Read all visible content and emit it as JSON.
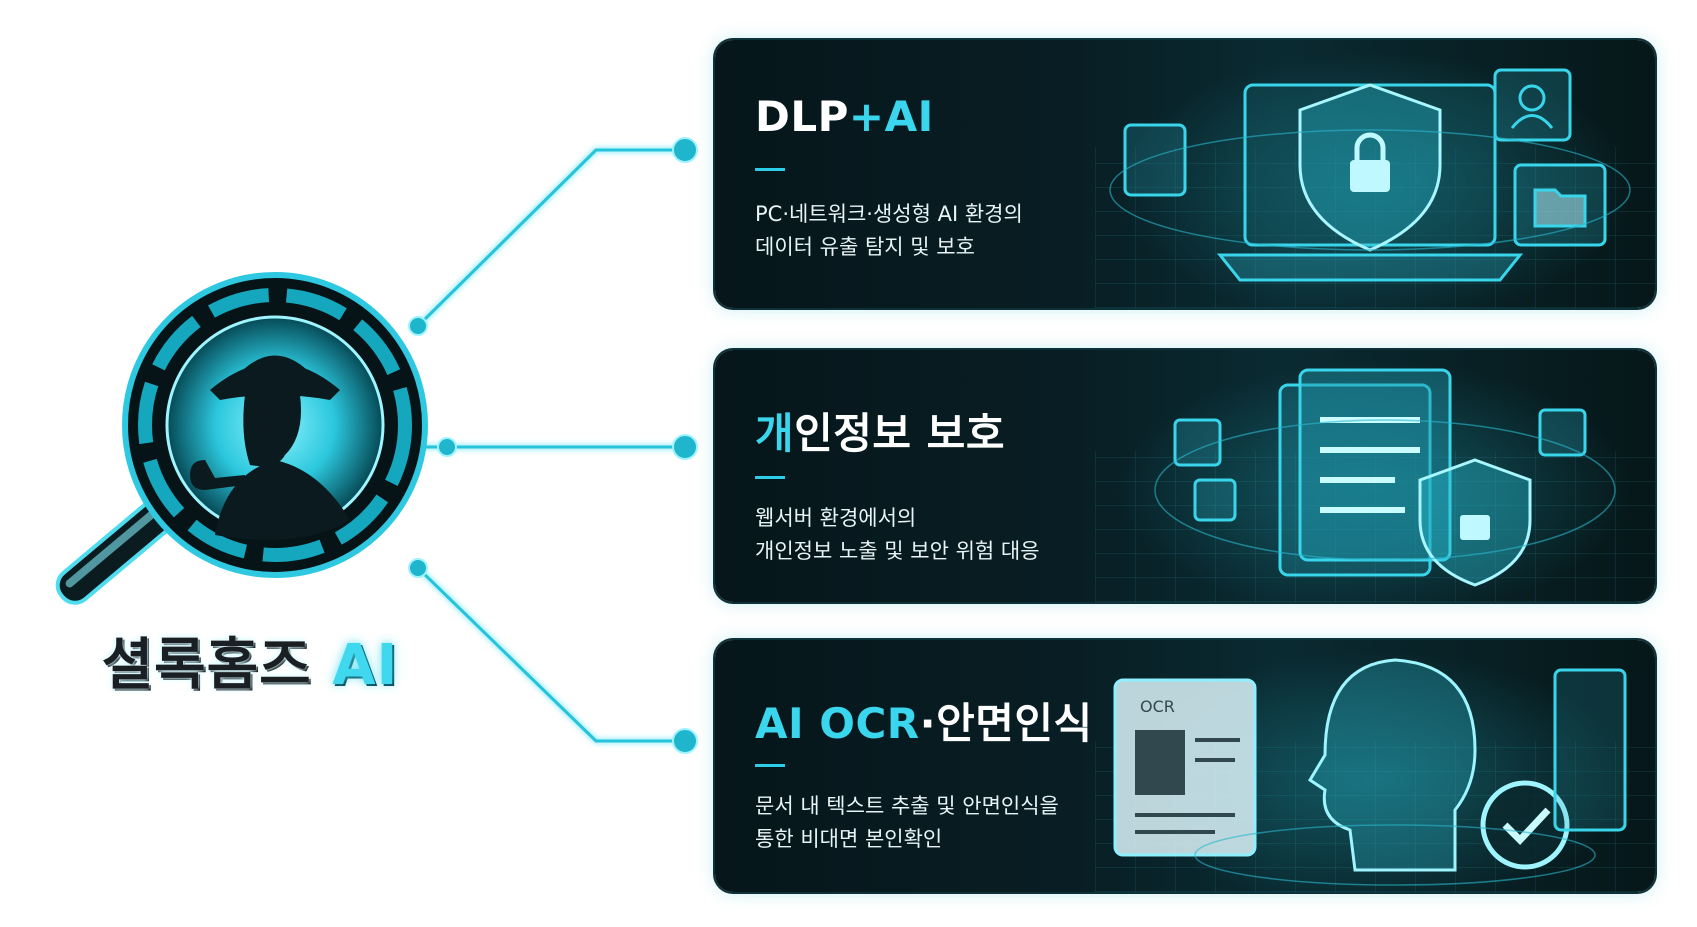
{
  "brand": {
    "name": "셜록홈즈",
    "accent": "AI"
  },
  "cards": [
    {
      "title_plain": "DLP",
      "title_highlight": "+AI",
      "title_suffix": "",
      "description_line1": "PC·네트워크·생성형 AI 환경의",
      "description_line2": "데이터 유출 탐지 및 보호",
      "art_icons": [
        "shield-lock-icon",
        "laptop-icon",
        "document-icon",
        "user-icon",
        "folder-icon"
      ]
    },
    {
      "title_plain": "인정보 보호",
      "title_highlight": "개",
      "title_suffix": "",
      "description_line1": "웹서버 환경에서의",
      "description_line2": "개인정보 노출 및 보안 위험 대응",
      "art_icons": [
        "documents-icon",
        "shield-lock-icon",
        "user-icon"
      ]
    },
    {
      "title_plain": "·안면인식",
      "title_highlight": "AI OCR",
      "title_suffix": "",
      "description_line1": "문서 내 텍스트 추출 및 안면인식을",
      "description_line2": "통한 비대면 본인확인",
      "art_icons": [
        "id-card-icon",
        "face-scan-icon",
        "check-circle-icon"
      ],
      "id_card_label": "OCR"
    }
  ],
  "colors": {
    "accent": "#3ad6ee",
    "card_bg": "#071a1f",
    "connector": "#27c3da"
  }
}
